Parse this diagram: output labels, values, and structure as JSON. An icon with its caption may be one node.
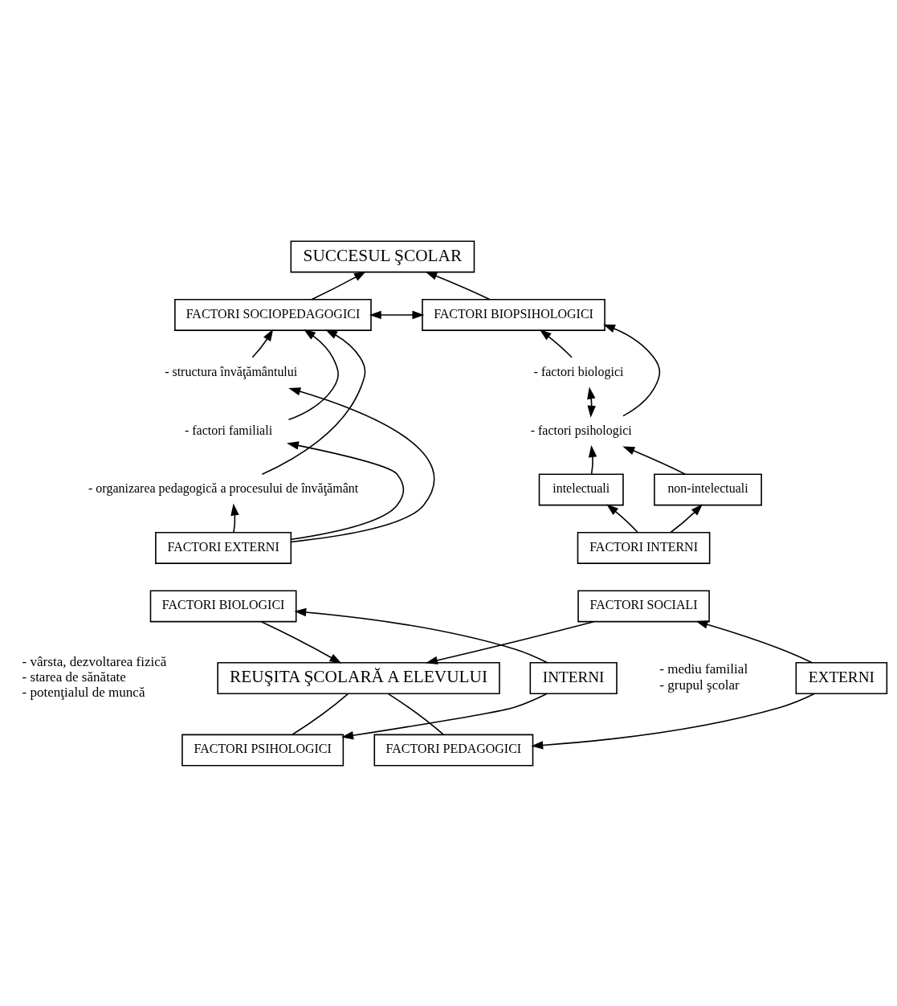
{
  "diagram": {
    "nodes": [
      {
        "text": [
          "SUCCESUL ŞCOLAR"
        ]
      },
      {
        "text": [
          "FACTORI SOCIOPEDAGOGICI"
        ]
      },
      {
        "text": [
          "FACTORI BIOPSIHOLOGICI"
        ]
      },
      {
        "text": [
          "- structura învăţământului"
        ]
      },
      {
        "text": [
          "- factori familiali"
        ]
      },
      {
        "text": [
          "- organizarea pedagogică a procesului de învăţământ"
        ]
      },
      {
        "text": [
          "FACTORI EXTERNI"
        ]
      },
      {
        "text": [
          "- factori biologici"
        ]
      },
      {
        "text": [
          "- factori psihologici"
        ]
      },
      {
        "text": [
          "intelectuali"
        ]
      },
      {
        "text": [
          "non-intelectuali"
        ]
      },
      {
        "text": [
          "FACTORI INTERNI"
        ]
      },
      {
        "text": [
          "FACTORI BIOLOGICI"
        ],
        "beside": [
          "- vârsta, dezvoltarea fizică",
          "- starea de sănătate",
          "- potenţialul de muncă"
        ]
      },
      {
        "text": [
          "FACTORI SOCIALI"
        ],
        "beside": [
          "- mediu familial",
          "- grupul şcolar"
        ]
      },
      {
        "text": [
          "INTERNI"
        ]
      },
      {
        "text": [
          "REUŞITA ŞCOLARĂ A ELEVULUI"
        ]
      },
      {
        "text": [
          "EXTERNI"
        ]
      },
      {
        "text": [
          "FACTORI PSIHOLOGICI"
        ]
      },
      {
        "text": [
          "FACTORI PEDAGOGICI"
        ]
      }
    ],
    "edges": [
      {
        "from": 1,
        "to": 0,
        "arrow": "to"
      },
      {
        "from": 2,
        "to": 0,
        "arrow": "to"
      },
      {
        "from": 1,
        "to": 2,
        "arrow": "both"
      },
      {
        "from": 3,
        "to": 1,
        "arrow": "to"
      },
      {
        "from": 4,
        "to": 1,
        "arrow": "to"
      },
      {
        "from": 5,
        "to": 1,
        "arrow": "to"
      },
      {
        "from": 6,
        "to": 3,
        "arrow": "to"
      },
      {
        "from": 6,
        "to": 4,
        "arrow": "to"
      },
      {
        "from": 6,
        "to": 5,
        "arrow": "to"
      },
      {
        "from": 7,
        "to": 2,
        "arrow": "to"
      },
      {
        "from": 8,
        "to": 2,
        "arrow": "to"
      },
      {
        "from": 7,
        "to": 8,
        "arrow": "both"
      },
      {
        "from": 9,
        "to": 8,
        "arrow": "to"
      },
      {
        "from": 10,
        "to": 8,
        "arrow": "to"
      },
      {
        "from": 11,
        "to": 9,
        "arrow": "to"
      },
      {
        "from": 11,
        "to": 10,
        "arrow": "to"
      },
      {
        "from": 14,
        "to": 12,
        "arrow": "to"
      },
      {
        "from": 14,
        "to": 17,
        "arrow": "to"
      },
      {
        "from": 12,
        "to": 15,
        "arrow": "to"
      },
      {
        "from": 13,
        "to": 15,
        "arrow": "to"
      },
      {
        "from": 16,
        "to": 13,
        "arrow": "to"
      },
      {
        "from": 16,
        "to": 18,
        "arrow": "to"
      },
      {
        "from": 17,
        "to": 15,
        "arrow": "none"
      },
      {
        "from": 15,
        "to": 18,
        "arrow": "none"
      }
    ]
  }
}
